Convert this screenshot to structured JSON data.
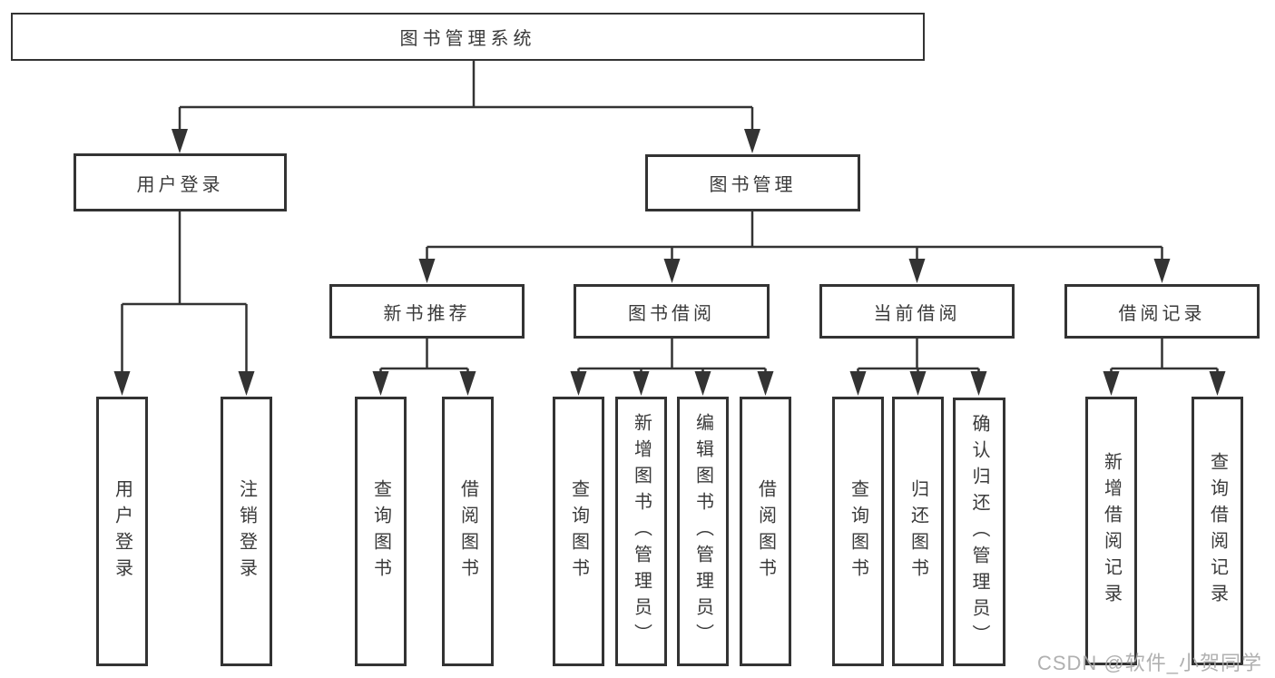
{
  "tree": {
    "root": {
      "label": "图书管理系统"
    },
    "level2": [
      {
        "label": "用户登录",
        "children": [
          "用户登录",
          "注销登录"
        ]
      },
      {
        "label": "图书管理",
        "groups": [
          {
            "label": "新书推荐",
            "children": [
              "查询图书",
              "借阅图书"
            ]
          },
          {
            "label": "图书借阅",
            "children": [
              "查询图书",
              "新增图书（管理员）",
              "编辑图书（管理员）",
              "借阅图书"
            ]
          },
          {
            "label": "当前借阅",
            "children": [
              "查询图书",
              "归还图书",
              "确认归还（管理员）"
            ]
          },
          {
            "label": "借阅记录",
            "children": [
              "新增借阅记录",
              "查询借阅记录"
            ]
          }
        ]
      }
    ]
  },
  "watermark": "CSDN @软件_小贺同学",
  "colors": {
    "line": "#333333",
    "text": "#3a3a3a",
    "background": "#ffffff",
    "watermark": "#a8a8a8"
  }
}
